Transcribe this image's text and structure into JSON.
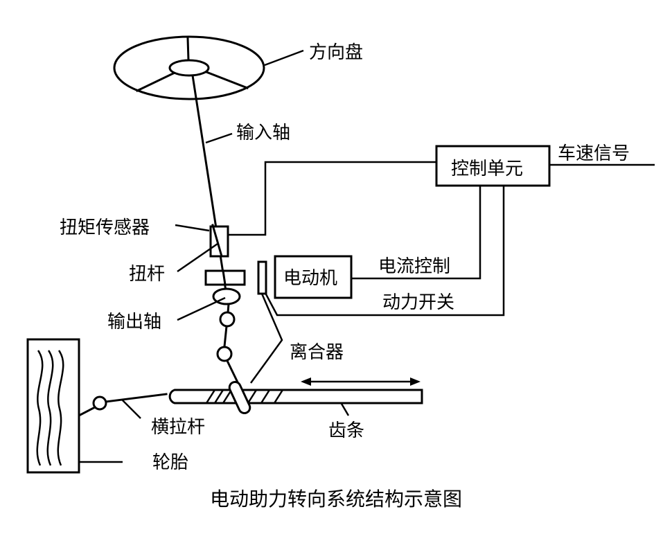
{
  "diagram": {
    "title": "电动助力转向系统结构示意图",
    "labels": {
      "steering_wheel": "方向盘",
      "input_shaft": "输入轴",
      "control_unit": "控制单元",
      "vehicle_speed_signal": "车速信号",
      "torque_sensor": "扭矩传感器",
      "torsion_bar": "扭杆",
      "motor": "电动机",
      "current_control": "电流控制",
      "power_switch": "动力开关",
      "output_shaft": "输出轴",
      "clutch": "离合器",
      "tie_rod": "横拉杆",
      "rack": "齿条",
      "tire": "轮胎"
    },
    "colors": {
      "stroke": "#000000",
      "background": "#ffffff"
    }
  }
}
